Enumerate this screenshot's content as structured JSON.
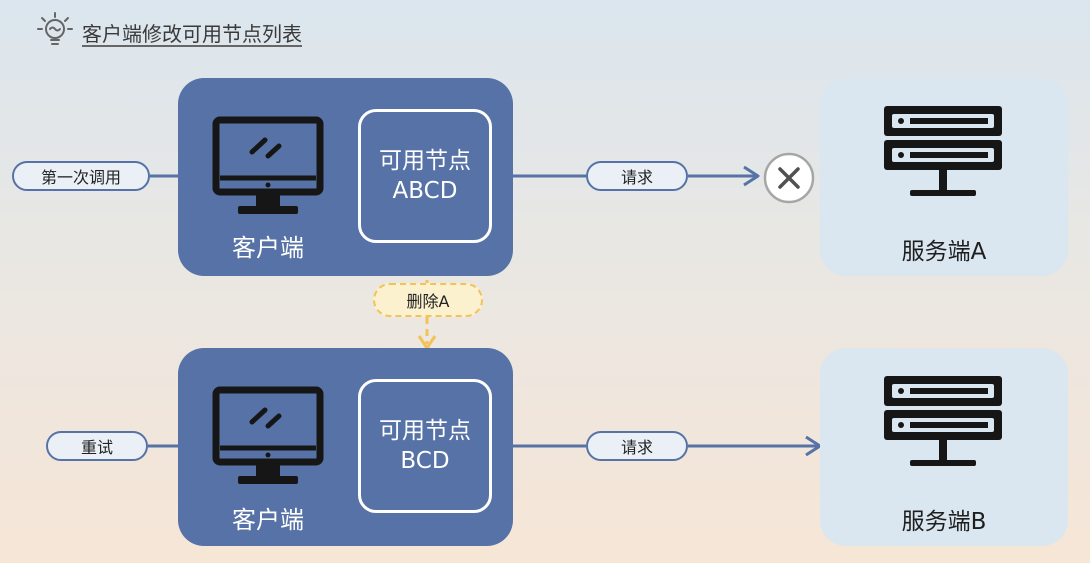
{
  "title": "客户端修改可用节点列表",
  "top": {
    "trigger_label": "第一次调用",
    "client_label": "客户端",
    "node_title": "可用节点",
    "node_list": "ABCD",
    "request_label": "请求",
    "server_label": "服务端A",
    "result_icon": "close-circle-icon"
  },
  "middle": {
    "action_label": "删除A"
  },
  "bottom": {
    "trigger_label": "重试",
    "client_label": "客户端",
    "node_title": "可用节点",
    "node_list": "BCD",
    "request_label": "请求",
    "server_label": "服务端B"
  },
  "colors": {
    "client_bg": "#5672a6",
    "server_bg": "#dae6f0",
    "arrow": "#5672a6",
    "dashed": "#f1c358",
    "icon_dark": "#161616"
  }
}
